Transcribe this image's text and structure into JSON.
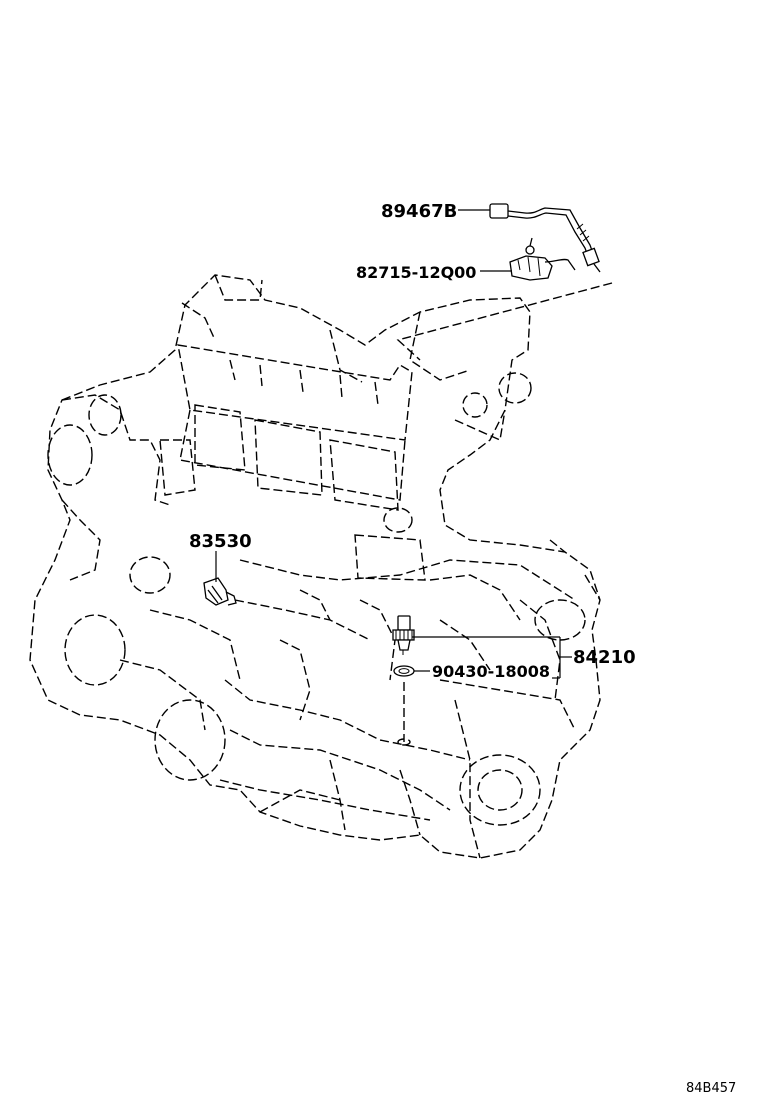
{
  "callouts": {
    "oxygen_sensor": "89467B",
    "sensor_bracket": "82715-12Q00",
    "oil_pressure_switch": "83530",
    "knock_sensor_assy": "84210",
    "gasket": "90430-18008"
  },
  "figure_ref": "84B457"
}
